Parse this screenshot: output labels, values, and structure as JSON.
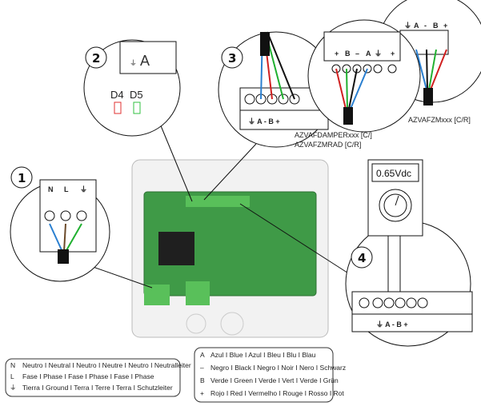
{
  "callouts": [
    "1",
    "2",
    "3",
    "4"
  ],
  "callout1": {
    "terminals": [
      "N",
      "L",
      "⏚"
    ]
  },
  "callout2": {
    "terminal": "A",
    "leds": [
      "D4",
      "D5"
    ],
    "led_colors": [
      "#e03030",
      "#30c040"
    ]
  },
  "callout3": {
    "terminals": "⏚ A - B +"
  },
  "damper": {
    "terminals": [
      "+",
      "B",
      "–",
      "A",
      "⏚",
      "+"
    ],
    "model_line1": "AZVAFDAMPERxxx [C/]",
    "model_line2": "AZVAFZMRAD [C/R]"
  },
  "zm": {
    "terminals": [
      "⏚",
      "A",
      "-",
      "B",
      "+"
    ],
    "model": "AZVAFZMxxx [C/R]"
  },
  "callout4": {
    "meter_reading": "0.65Vdc",
    "terminals": "⏚ A - B +"
  },
  "wire_colors": {
    "red": "#d02020",
    "green": "#20b030",
    "black": "#111111",
    "blue": "#2a7fd0"
  },
  "legend_left": [
    {
      "symbol": "N",
      "text": "Neutro I Neutral I Neutro I Neutre I Neutro I Neutralleiter"
    },
    {
      "symbol": "L",
      "text": "Fase I Phase I Fase I Phase I Fase I Phase"
    },
    {
      "symbol": "⏚",
      "text": "Tierra I Ground I Terra I Terre I Terra I Schutzleiter"
    }
  ],
  "legend_right": [
    {
      "symbol": "A",
      "text": "Azul I Blue I Azul I Bleu I Blu I Blau"
    },
    {
      "symbol": "–",
      "text": "Negro I Black I Negro I Noir I Nero I Schwarz"
    },
    {
      "symbol": "B",
      "text": "Verde I Green I Verde I Vert I Verde I Grün"
    },
    {
      "symbol": "+",
      "text": "Rojo I Red I Vermelho I Rouge I Rosso I Rot"
    }
  ]
}
